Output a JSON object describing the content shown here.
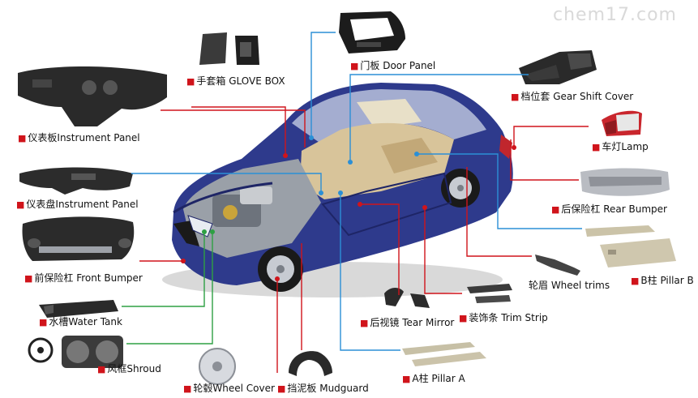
{
  "watermark": "chem17.com",
  "colors": {
    "red": "#d0141b",
    "blue": "#2b8fd6",
    "green": "#2ea043",
    "car_body": "#2e3a8c",
    "car_dark": "#1e2566"
  },
  "parts": [
    {
      "id": "glove-box",
      "label": "手套箱 GLOVE BOX",
      "line": "red"
    },
    {
      "id": "door-panel",
      "label": "门板 Door Panel",
      "line": "blue"
    },
    {
      "id": "gear-shift-cover",
      "label": "档位套 Gear Shift Cover",
      "line": "blue"
    },
    {
      "id": "instrument-panel-top",
      "label": "仪表板Instrument Panel",
      "line": "red"
    },
    {
      "id": "lamp",
      "label": "车灯Lamp",
      "line": "red"
    },
    {
      "id": "instrument-panel-mid",
      "label": "仪表盘Instrument Panel",
      "line": "blue"
    },
    {
      "id": "rear-bumper",
      "label": "后保险杠 Rear Bumper",
      "line": "red"
    },
    {
      "id": "front-bumper",
      "label": "前保险杠 Front Bumper",
      "line": "red"
    },
    {
      "id": "wheel-trims",
      "label": "轮眉 Wheel trims",
      "line": "red"
    },
    {
      "id": "b-pillar",
      "label": "B柱 Pillar B",
      "line": "blue"
    },
    {
      "id": "water-tank",
      "label": "水槽Water Tank",
      "line": "green"
    },
    {
      "id": "tear-mirror",
      "label": "后视镜 Tear Mirror",
      "line": "red"
    },
    {
      "id": "trim-strip",
      "label": "装饰条 Trim Strip",
      "line": "red"
    },
    {
      "id": "shroud",
      "label": "风框Shroud",
      "line": "green"
    },
    {
      "id": "wheel-cover",
      "label": "轮毂Wheel Cover",
      "line": "red"
    },
    {
      "id": "mudguard",
      "label": "挡泥板 Mudguard",
      "line": "red"
    },
    {
      "id": "a-pillar",
      "label": "A柱 Pillar A",
      "line": "blue"
    }
  ]
}
